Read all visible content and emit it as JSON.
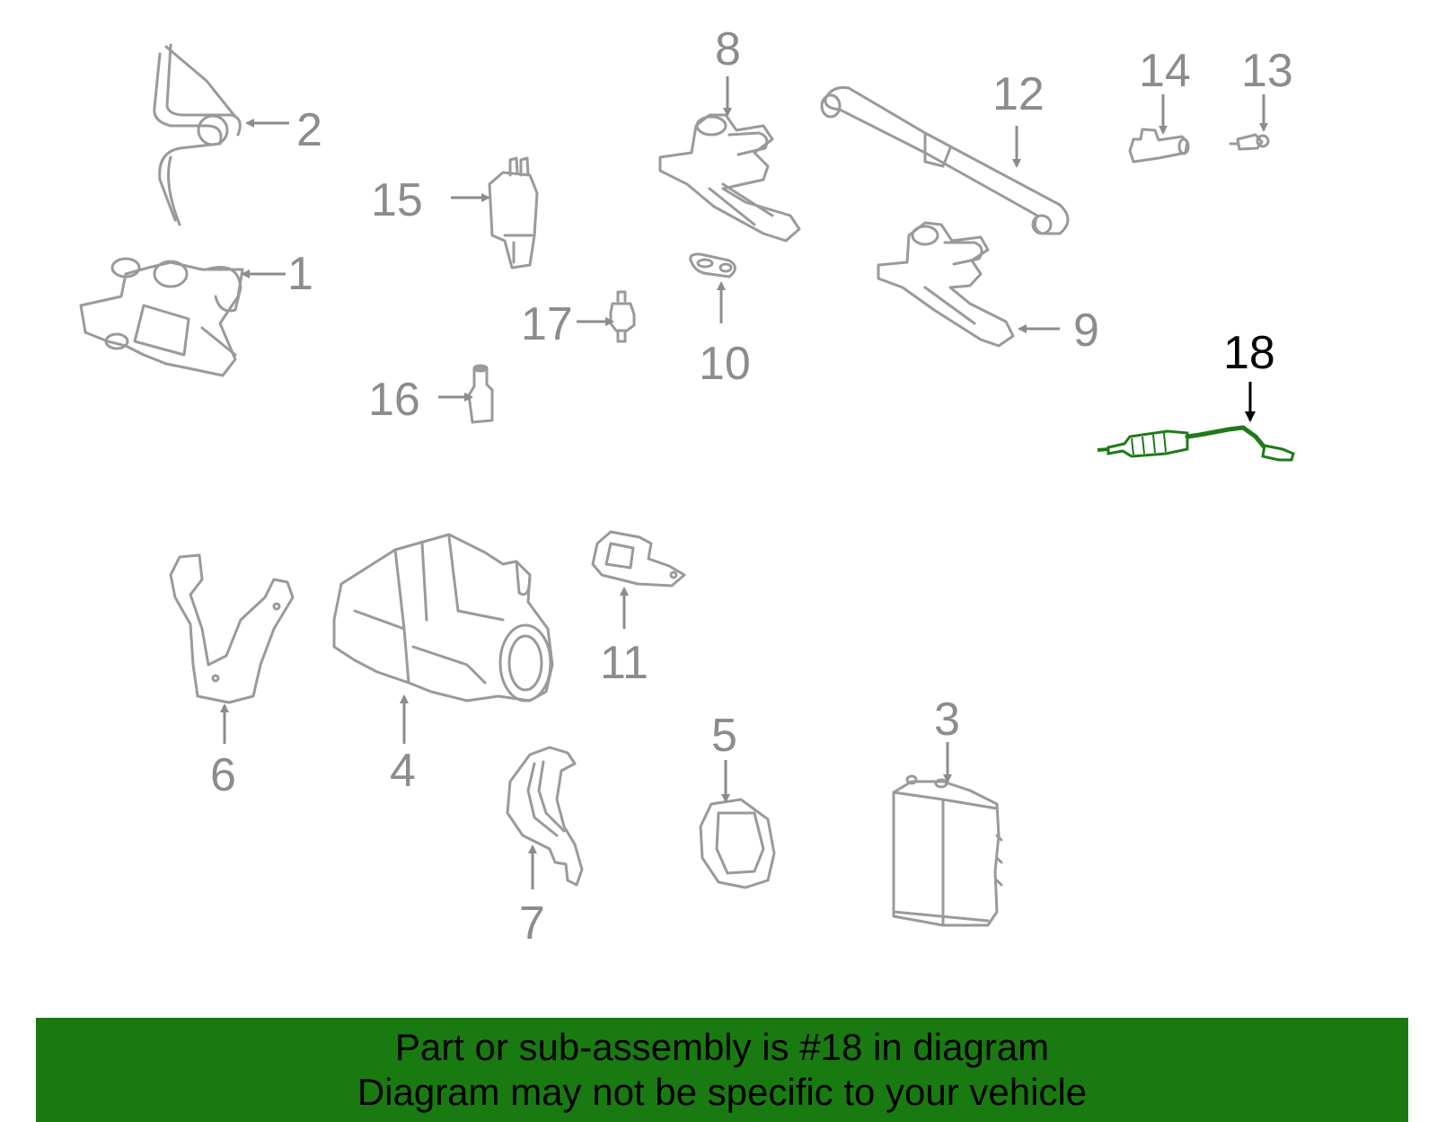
{
  "diagram": {
    "callouts": [
      {
        "id": "1",
        "label": "1"
      },
      {
        "id": "2",
        "label": "2"
      },
      {
        "id": "3",
        "label": "3"
      },
      {
        "id": "4",
        "label": "4"
      },
      {
        "id": "5",
        "label": "5"
      },
      {
        "id": "6",
        "label": "6"
      },
      {
        "id": "7",
        "label": "7"
      },
      {
        "id": "8",
        "label": "8"
      },
      {
        "id": "9",
        "label": "9"
      },
      {
        "id": "10",
        "label": "10"
      },
      {
        "id": "11",
        "label": "11"
      },
      {
        "id": "12",
        "label": "12"
      },
      {
        "id": "13",
        "label": "13"
      },
      {
        "id": "14",
        "label": "14"
      },
      {
        "id": "15",
        "label": "15"
      },
      {
        "id": "16",
        "label": "16"
      },
      {
        "id": "17",
        "label": "17"
      },
      {
        "id": "18",
        "label": "18"
      }
    ],
    "highlighted_part": "18",
    "colors": {
      "part_stroke": "#9a9a9a",
      "label_gray": "#8c8c8c",
      "highlight_green": "#1f7a1a",
      "banner_green": "#1a7a12"
    }
  },
  "banner": {
    "line1": "Part or sub-assembly is #18 in diagram",
    "line2": "Diagram may not be specific to your vehicle"
  }
}
